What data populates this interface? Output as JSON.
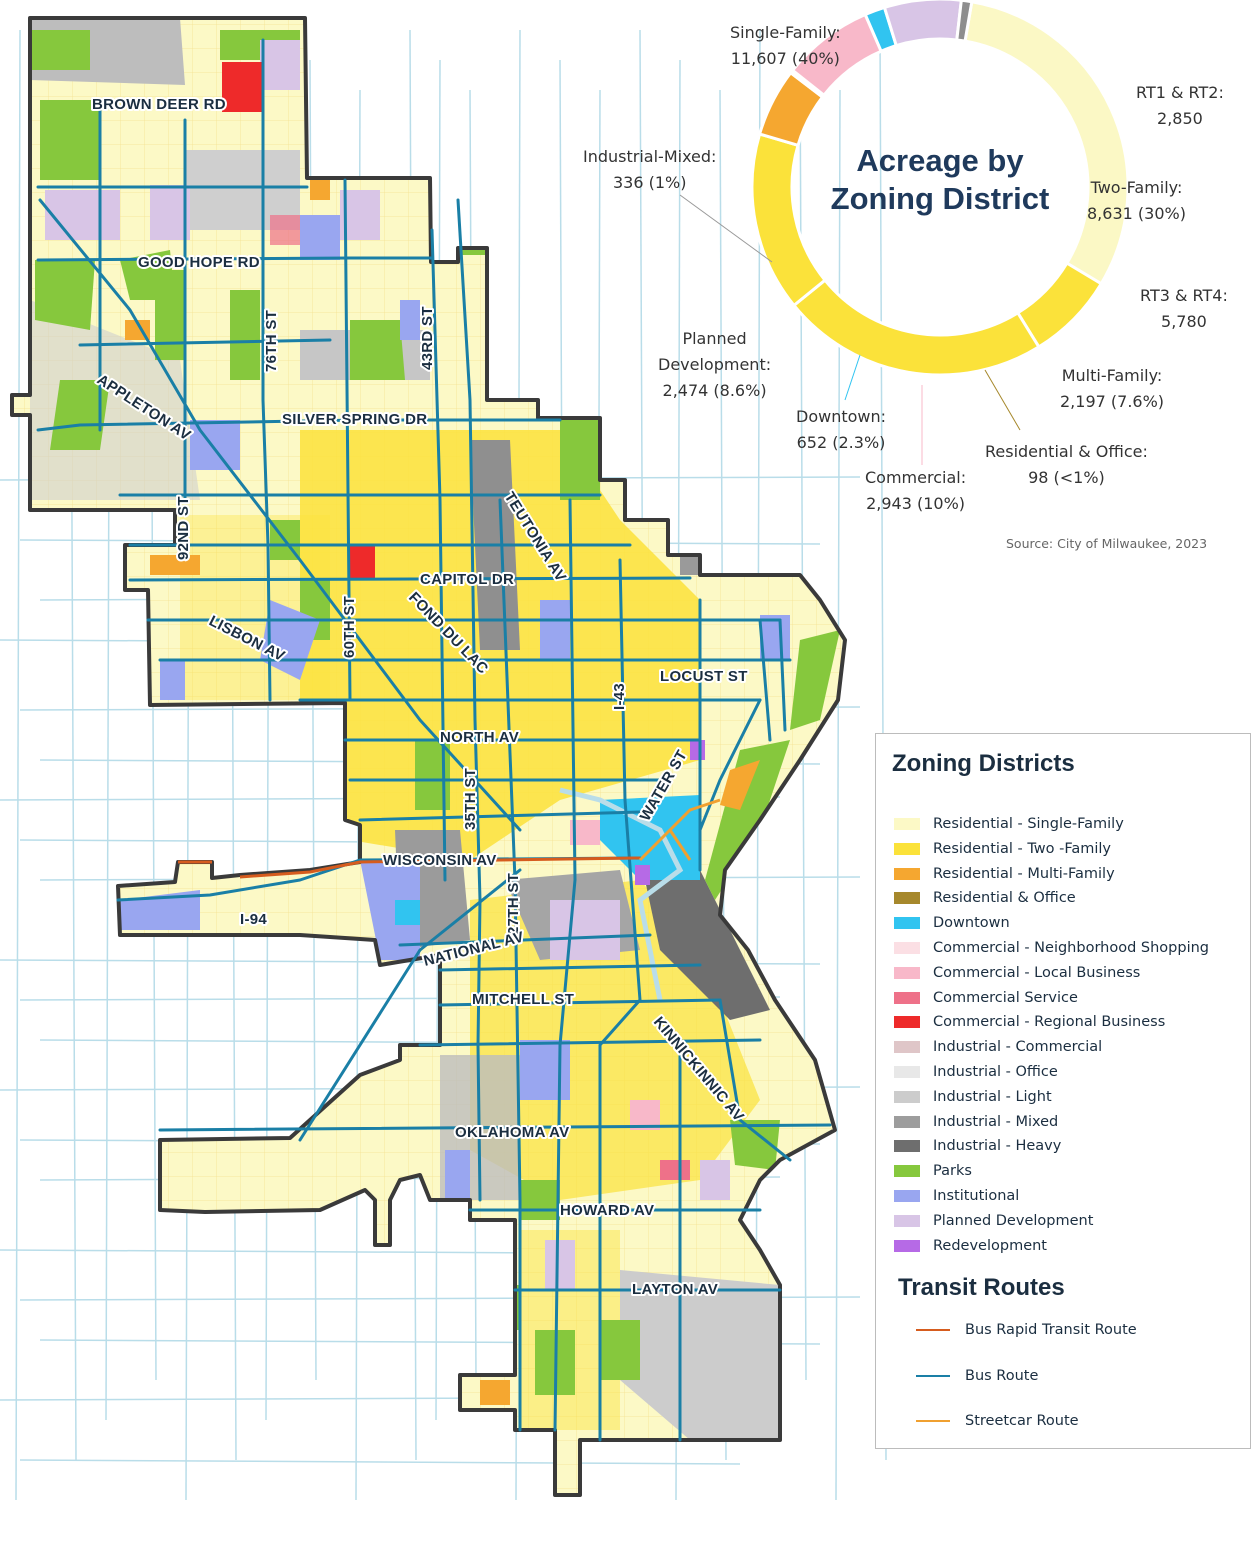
{
  "chart_data": {
    "type": "pie",
    "title": "Acreage by Zoning District",
    "unit": "acres",
    "slices": [
      {
        "name": "Single-Family",
        "value": 11607,
        "text": "11,607 (40%)",
        "color": "#fbf8c5"
      },
      {
        "name": "RT1 & RT2",
        "value": 2850,
        "text": "2,850",
        "color": "#fbe23a"
      },
      {
        "name": "Two-Family",
        "value": 8631,
        "text": "8,631 (30%)",
        "color": "#fbe23a"
      },
      {
        "name": "RT3 & RT4",
        "value": 5780,
        "text": "5,780",
        "color": "#fbe23a"
      },
      {
        "name": "Multi-Family",
        "value": 2197,
        "text": "2,197 (7.6%)",
        "color": "#f5a730"
      },
      {
        "name": "Residential & Office",
        "value": 98,
        "text": "98 (<1%)",
        "color": "#a6882c"
      },
      {
        "name": "Commercial",
        "value": 2943,
        "text": "2,943 (10%)",
        "color": "#f8b8c9"
      },
      {
        "name": "Downtown",
        "value": 652,
        "text": "652 (2.3%)",
        "color": "#31c4f0"
      },
      {
        "name": "Planned Development",
        "value": 2474,
        "text": "2,474 (8.6%)",
        "color": "#d8c5e6"
      },
      {
        "name": "Industrial-Mixed",
        "value": 336,
        "text": "336 (1%)",
        "color": "#8e8e8e"
      }
    ]
  },
  "donut": {
    "title_line1": "Acreage by",
    "title_line2": "Zoning District",
    "labels": {
      "single_family": {
        "name": "Single-Family:",
        "value": "11,607 (40%)"
      },
      "rt12": {
        "name": "RT1 & RT2:",
        "value": "2,850"
      },
      "two_family": {
        "name": "Two-Family:",
        "value": "8,631 (30%)"
      },
      "rt34": {
        "name": "RT3 & RT4:",
        "value": "5,780"
      },
      "multi_family": {
        "name": "Multi-Family:",
        "value": "2,197 (7.6%)"
      },
      "res_office": {
        "name": "Residential & Office:",
        "value": "98 (<1%)"
      },
      "commercial": {
        "name": "Commercial:",
        "value": "2,943 (10%)"
      },
      "downtown": {
        "name": "Downtown:",
        "value": "652 (2.3%)"
      },
      "planned_line1": "Planned",
      "planned_line2": "Development:",
      "planned_value": "2,474 (8.6%)",
      "industrial_mixed": {
        "name": "Industrial-Mixed:",
        "value": "336 (1%)"
      }
    },
    "source": "Source: City of Milwaukee, 2023"
  },
  "roads": {
    "brown_deer": "BROWN DEER RD",
    "good_hope": "GOOD HOPE RD",
    "appleton": "APPLETON AV",
    "silver_spring": "SILVER SPRING DR",
    "st76": "76TH ST",
    "st43": "43RD ST",
    "st92": "92ND ST",
    "teutonia": "TEUTONIA AV",
    "capitol": "CAPITOL DR",
    "fond_du_lac": "FOND DU LAC",
    "st60": "60TH ST",
    "lisbon": "LISBON AV",
    "locust": "LOCUST ST",
    "i43": "I-43",
    "north": "NORTH AV",
    "st35": "35TH ST",
    "water": "WATER ST",
    "wisconsin": "WISCONSIN AV",
    "i94": "I-94",
    "st27": "27TH ST",
    "national": "NATIONAL AV",
    "mitchell": "MITCHELL ST",
    "kinnickinnic": "KINNICKINNIC AV",
    "oklahoma": "OKLAHOMA AV",
    "howard": "HOWARD AV",
    "layton": "LAYTON AV"
  },
  "legend": {
    "zoning_title": "Zoning Districts",
    "zoning": [
      {
        "label": "Residential - Single-Family",
        "color": "#fcf9c6"
      },
      {
        "label": "Residential - Two -Family",
        "color": "#fbe23a"
      },
      {
        "label": "Residential - Multi-Family",
        "color": "#f5a730"
      },
      {
        "label": "Residential & Office",
        "color": "#a6882c"
      },
      {
        "label": "Downtown",
        "color": "#31c4f0"
      },
      {
        "label": "Commercial - Neighborhood Shopping",
        "color": "#fbdfe4"
      },
      {
        "label": "Commercial - Local Business",
        "color": "#f8b8c9"
      },
      {
        "label": "Commercial Service",
        "color": "#ee7189"
      },
      {
        "label": "Commercial - Regional Business",
        "color": "#ee2a2a"
      },
      {
        "label": "Industrial - Commercial",
        "color": "#dfc6c8"
      },
      {
        "label": "Industrial - Office",
        "color": "#e8e8e8"
      },
      {
        "label": "Industrial - Light",
        "color": "#cccccc"
      },
      {
        "label": "Industrial - Mixed",
        "color": "#9d9d9d"
      },
      {
        "label": "Industrial - Heavy",
        "color": "#6e6e6e"
      },
      {
        "label": "Parks",
        "color": "#86c83d"
      },
      {
        "label": "Institutional",
        "color": "#99a6f0"
      },
      {
        "label": "Planned Development",
        "color": "#d8c5e6"
      },
      {
        "label": "Redevelopment",
        "color": "#b66ae6"
      }
    ],
    "transit_title": "Transit Routes",
    "transit": [
      {
        "label": "Bus Rapid Transit Route",
        "color": "#d65c1e"
      },
      {
        "label": "Bus Route",
        "color": "#1a7fa6"
      },
      {
        "label": "Streetcar Route",
        "color": "#f0a030"
      }
    ]
  },
  "colors": {
    "boundary": "#3a3a3a",
    "bus": "#1a7fa6",
    "brt": "#d65c1e",
    "streetcar": "#f0a030",
    "water": "#b9dde9",
    "title": "#1f3a5c"
  }
}
